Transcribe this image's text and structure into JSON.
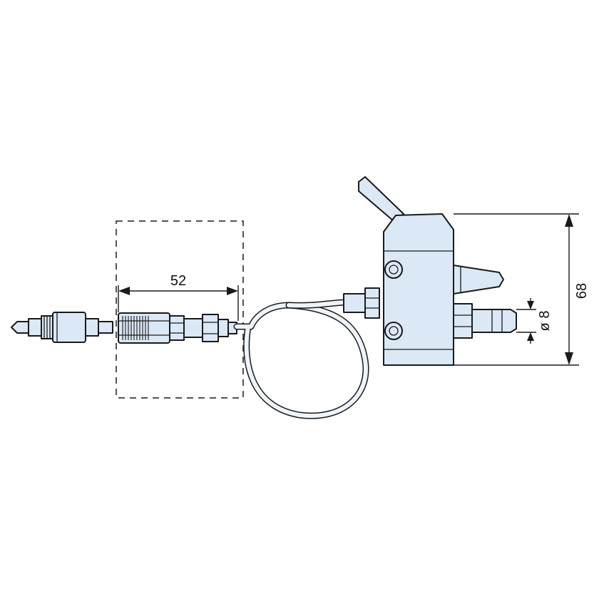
{
  "dimensions": {
    "length_label": "52",
    "height_label": "68",
    "diameter_label": "ø 8"
  },
  "colors": {
    "body_fill": "#dbe8f5",
    "hose_fill": "#eef4fb",
    "line": "#1a1a1a"
  }
}
